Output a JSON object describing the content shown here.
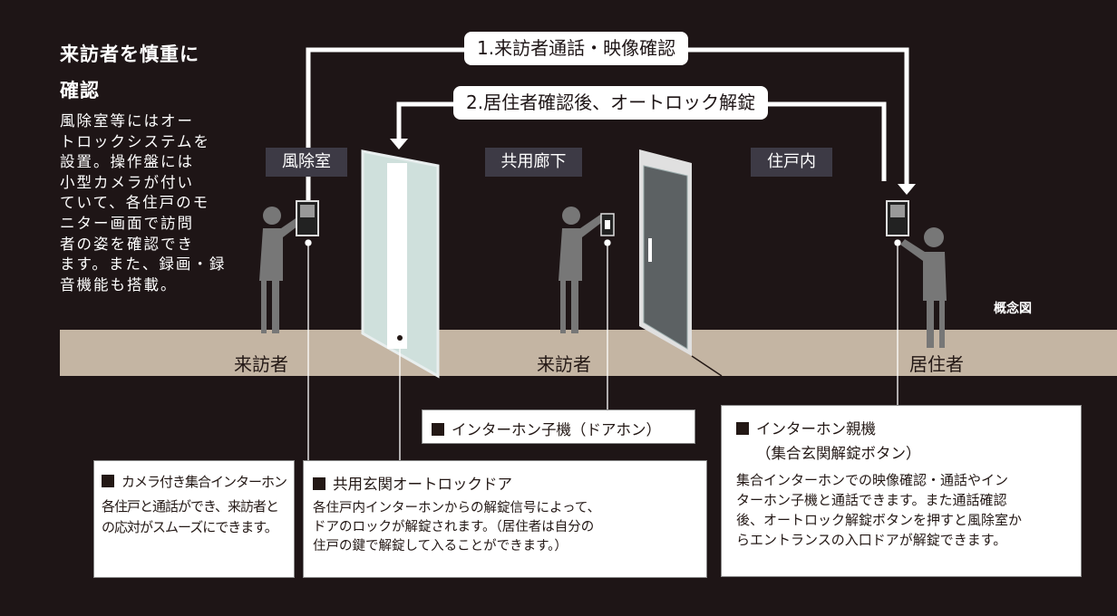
{
  "heading": {
    "line1": "来訪者を慎重に",
    "line2": "確認"
  },
  "intro_lines": [
    "風除室等にはオー",
    "トロックシステムを",
    "設置。操作盤には",
    "小型カメラが付い",
    "ていて、各住戸のモ",
    "ニター画面で訪問",
    "者の姿を確認でき",
    "ます。また、録画・録",
    "音機能も搭載。"
  ],
  "flow": {
    "step1": "1.来訪者通話・映像確認",
    "step2": "2.居住者確認後、オートロック解錠"
  },
  "zones": {
    "vestibule": "風除室",
    "corridor": "共用廊下",
    "unit": "住戸内"
  },
  "floor": {
    "visitor1": "来訪者",
    "visitor2": "来訪者",
    "resident": "居住者"
  },
  "concept_label": "概念図",
  "callouts": {
    "camera_intercom": {
      "title": "カメラ付き集合インターホン",
      "lines": [
        "各住戸と通話ができ、来訪者と",
        "の応対がスムーズにできます。"
      ]
    },
    "autolock_door": {
      "title": "共用玄関オートロックドア",
      "lines": [
        "各住戸内インターホンからの解錠信号によって、",
        "ドアのロックが解錠されます。（居住者は自分の",
        "住戸の鍵で解錠して入ることができます。）"
      ]
    },
    "door_phone": {
      "title": "インターホン子機（ドアホン）"
    },
    "master_unit": {
      "title": "インターホン親機",
      "subtitle": "（集合玄関解錠ボタン）",
      "lines": [
        "集合インターホンでの映像確認・通話やイン",
        "ターホン子機と通話できます。また通話確認",
        "後、オートロック解錠ボタンを押すと風除室か",
        "らエントランスの入口ドアが解錠できます。"
      ]
    }
  },
  "colors": {
    "background": "#1e1516",
    "floor": "#c4b5a3",
    "zone_label": "#3d3a45",
    "figure": "#777777"
  }
}
